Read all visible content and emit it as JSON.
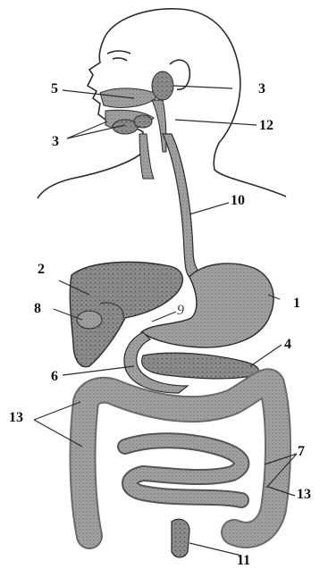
{
  "labels": {
    "l1": "1",
    "l2": "2",
    "l3_right": "3",
    "l3_left": "3",
    "l4": "4",
    "l5": "5",
    "l6": "6",
    "l7": "7",
    "l8": "8",
    "l9": "9",
    "l10": "10",
    "l11": "11",
    "l12": "12",
    "l13_left": "13",
    "l13_right": "13"
  },
  "colors": {
    "ink": "#2b2b2b",
    "organ_fill": "#9a9a9a",
    "organ_dark": "#6c6c6c",
    "organ_light": "#c4c4c4",
    "background": "#ffffff"
  }
}
